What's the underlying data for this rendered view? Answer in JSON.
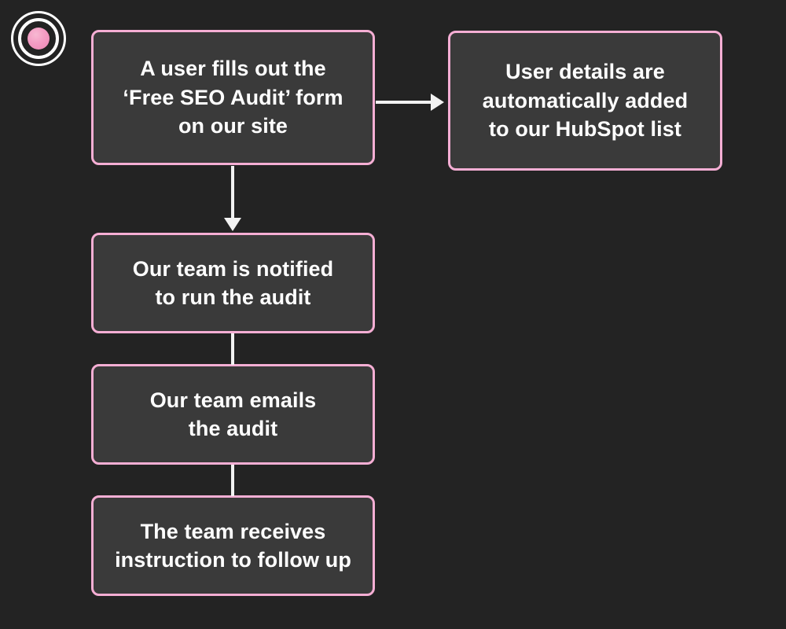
{
  "page": {
    "background_color": "#232323",
    "node_fill_color": "#3a3a3a",
    "node_border_color": "#f5aed4",
    "connector_color": "#f2f2f2",
    "text_color": "#ffffff"
  },
  "logo": {
    "name": "concentric-circles-logo",
    "ring_color": "#ffffff",
    "core_color": "#f49cc4"
  },
  "diagram": {
    "type": "flowchart",
    "nodes": [
      {
        "id": "form",
        "label": "A user fills out the\n‘Free SEO Audit’ form\non our site"
      },
      {
        "id": "hubspot",
        "label": "User details are\nautomatically added\nto our HubSpot list"
      },
      {
        "id": "notified",
        "label": "Our team is notified\nto run the audit"
      },
      {
        "id": "emails",
        "label": "Our team emails\nthe audit"
      },
      {
        "id": "followup",
        "label": "The team receives\ninstruction to follow up"
      }
    ],
    "connectors": [
      {
        "from": "form",
        "to": "hubspot",
        "direction": "right",
        "arrowhead": true
      },
      {
        "from": "form",
        "to": "notified",
        "direction": "down",
        "arrowhead": true
      },
      {
        "from": "notified",
        "to": "emails",
        "direction": "down",
        "arrowhead": false
      },
      {
        "from": "emails",
        "to": "followup",
        "direction": "down",
        "arrowhead": false
      }
    ]
  }
}
